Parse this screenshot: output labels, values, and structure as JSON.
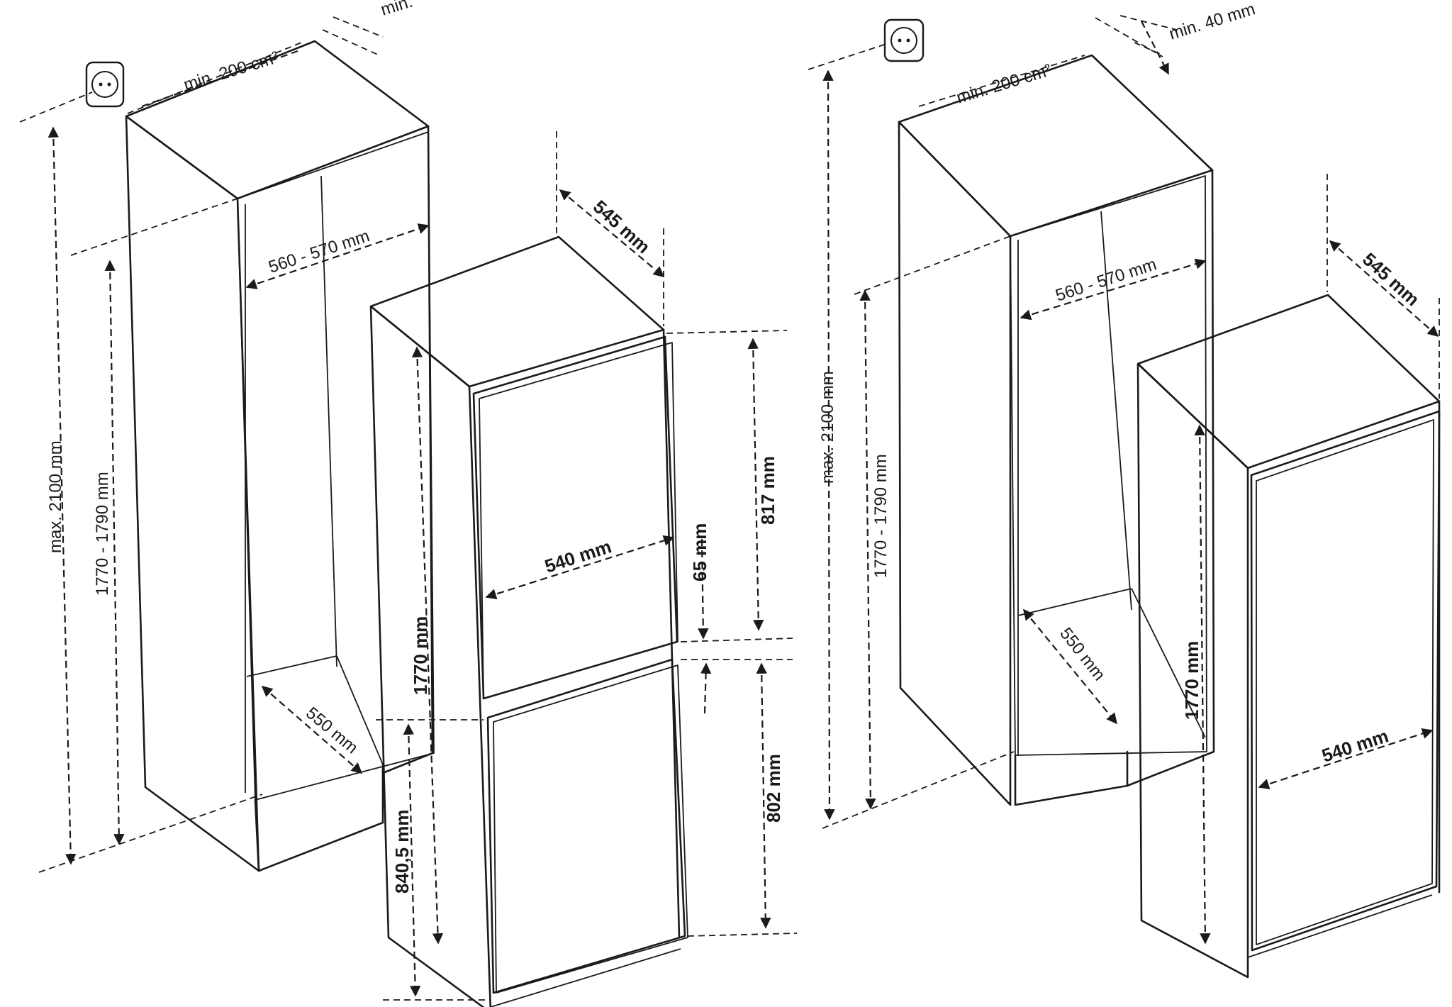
{
  "left_installation": {
    "vent_area": "min. 200 cm²",
    "vent_gap": "min.",
    "max_height": "max. 2100 mm",
    "niche_height": "1770 - 1790 mm",
    "niche_width": "560 - 570 mm",
    "niche_depth": "550 mm",
    "appliance_depth": "545 mm",
    "appliance_width": "540 mm",
    "appliance_height": "1770 mm",
    "top_door_height": "817 mm",
    "door_gap": "65 mm",
    "bottom_door_height": "802 mm",
    "bottom_section_height": "840,5 mm"
  },
  "right_installation": {
    "vent_area": "min. 200 cm²",
    "vent_gap": "min. 40 mm",
    "max_height": "max. 2100 mm",
    "niche_height": "1770 - 1790 mm",
    "niche_width": "560 - 570 mm",
    "niche_depth": "550 mm",
    "appliance_depth": "545 mm",
    "appliance_width": "540 mm",
    "appliance_height": "1770 mm"
  },
  "icons": [
    "socket-icon",
    "socket-icon"
  ]
}
